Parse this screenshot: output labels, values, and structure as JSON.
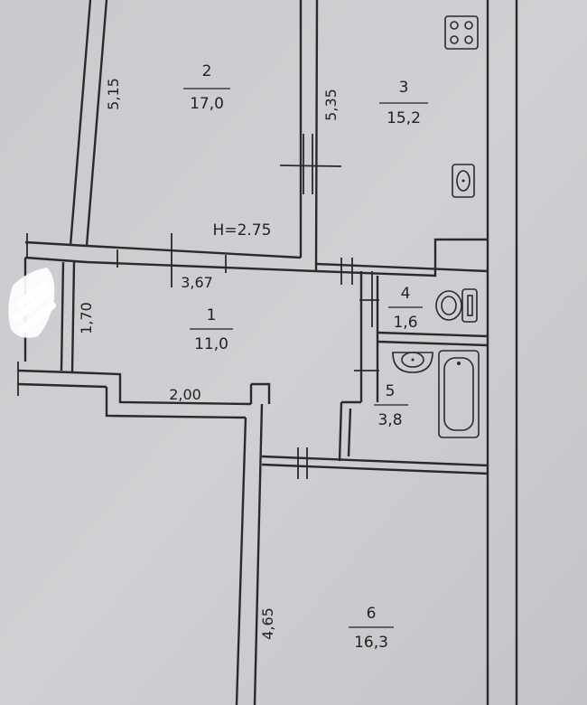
{
  "rooms": [
    {
      "number": "1",
      "area": "11,0"
    },
    {
      "number": "2",
      "area": "17,0"
    },
    {
      "number": "3",
      "area": "15,2"
    },
    {
      "number": "4",
      "area": "1,6"
    },
    {
      "number": "5",
      "area": "3,8"
    },
    {
      "number": "6",
      "area": "16,3"
    }
  ],
  "dimensions": {
    "room2_length": "5,15",
    "room3_length": "5,35",
    "ceiling_height": "H=2.75",
    "hall_width": "3,67",
    "hall_depth": "1,70",
    "corridor_width": "2,00",
    "room6_length": "4,65"
  },
  "icons": {
    "stove": "stove-icon",
    "kitchen_sink": "sink-icon",
    "toilet": "toilet-icon",
    "washbasin": "washbasin-icon",
    "bathtub": "bathtub-icon"
  }
}
